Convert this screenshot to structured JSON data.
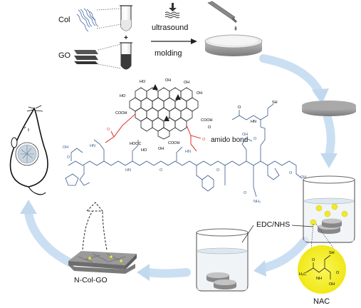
{
  "labels": {
    "col": "Col",
    "go": "GO",
    "plus": "+",
    "ultrasound": "ultrasound",
    "molding": "molding",
    "amido_bond": "amido bond",
    "edc_nhs": "EDC/NHS",
    "nac": "NAC",
    "product": "N-Col-GO"
  },
  "chem": {
    "oh": "OH",
    "ho": "HO",
    "cooh": "COOH",
    "hooc": "HOOC",
    "o": "O",
    "nh": "NH",
    "hn": "HN",
    "h3c": "H₃C",
    "sh": "SH",
    "nh2": "NH₂"
  },
  "colors": {
    "flow_arrow": "#c9dcef",
    "peptide": "#3a5a8c",
    "graphene": "#e0403a",
    "nac_highlight": "#f4ef1a",
    "nac_dot": "#f1ea2a",
    "disc_top": "#e6e6e6",
    "disc_side": "#9a9a9a",
    "product_disc": "#8f8f8f"
  },
  "icons": [
    "collagen-fiber-icon",
    "graphene-oxide-sheet-icon",
    "test-tube-icon",
    "ultrasound-icon",
    "pipette-icon",
    "petri-dish-icon",
    "beaker-icon",
    "mouse-icon",
    "dashed-curved-arrow-icon"
  ]
}
